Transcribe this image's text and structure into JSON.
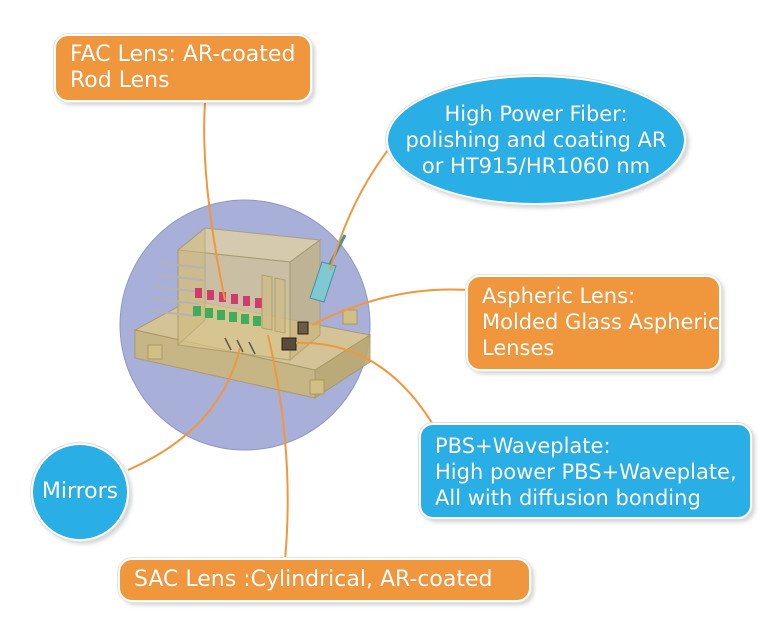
{
  "labels": {
    "fac": [
      "FAC Lens: AR-coated",
      "Rod Lens"
    ],
    "fiber": [
      "High Power Fiber:",
      "polishing and coating AR",
      "or HT915/HR1060 nm"
    ],
    "aspheric": [
      "Aspheric Lens:",
      "Molded Glass Aspheric",
      "Lenses"
    ],
    "pbs": [
      "PBS+Waveplate:",
      "High power PBS+Waveplate,",
      "All with diffusion bonding"
    ],
    "mirrors": [
      "Mirrors"
    ],
    "sac": [
      "SAC Lens :Cylindrical, AR-coated"
    ]
  },
  "colors": {
    "orange": "#f0973d",
    "blue": "#29aee6",
    "circle": "#a8afd9",
    "module": "#d8c58e",
    "leader": "#f0973d"
  }
}
